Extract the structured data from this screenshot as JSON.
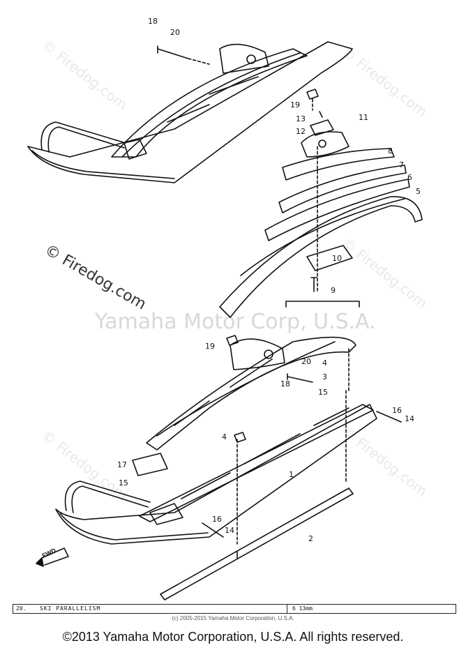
{
  "watermarks": {
    "site": "© Firedog.com",
    "corp": "Yamaha Motor Corp, U.S.A."
  },
  "callouts": {
    "c18a": "18",
    "c20a": "20",
    "c19a": "19",
    "c13": "13",
    "c12": "12",
    "c11": "11",
    "c8": "8",
    "c7": "7",
    "c6": "6",
    "c5": "5",
    "c10": "10",
    "c9": "9",
    "c19b": "19",
    "c20b": "20",
    "c18b": "18",
    "c4a": "4",
    "c3": "3",
    "c15a": "15",
    "c16a": "16",
    "c14a": "14",
    "c4b": "4",
    "c17": "17",
    "c1": "1",
    "c15b": "15",
    "c16b": "16",
    "c14b": "14",
    "c2": "2"
  },
  "front_label": "FWD",
  "spec_table": {
    "item_no": "20.",
    "item_name": "SKI PARALLELISM",
    "value": "6 13mm"
  },
  "small_copyright": "(c) 2005-2015 Yamaha Motor Corporation, U.S.A.",
  "footer": "©2013 Yamaha Motor Corporation, U.S.A. All rights reserved."
}
